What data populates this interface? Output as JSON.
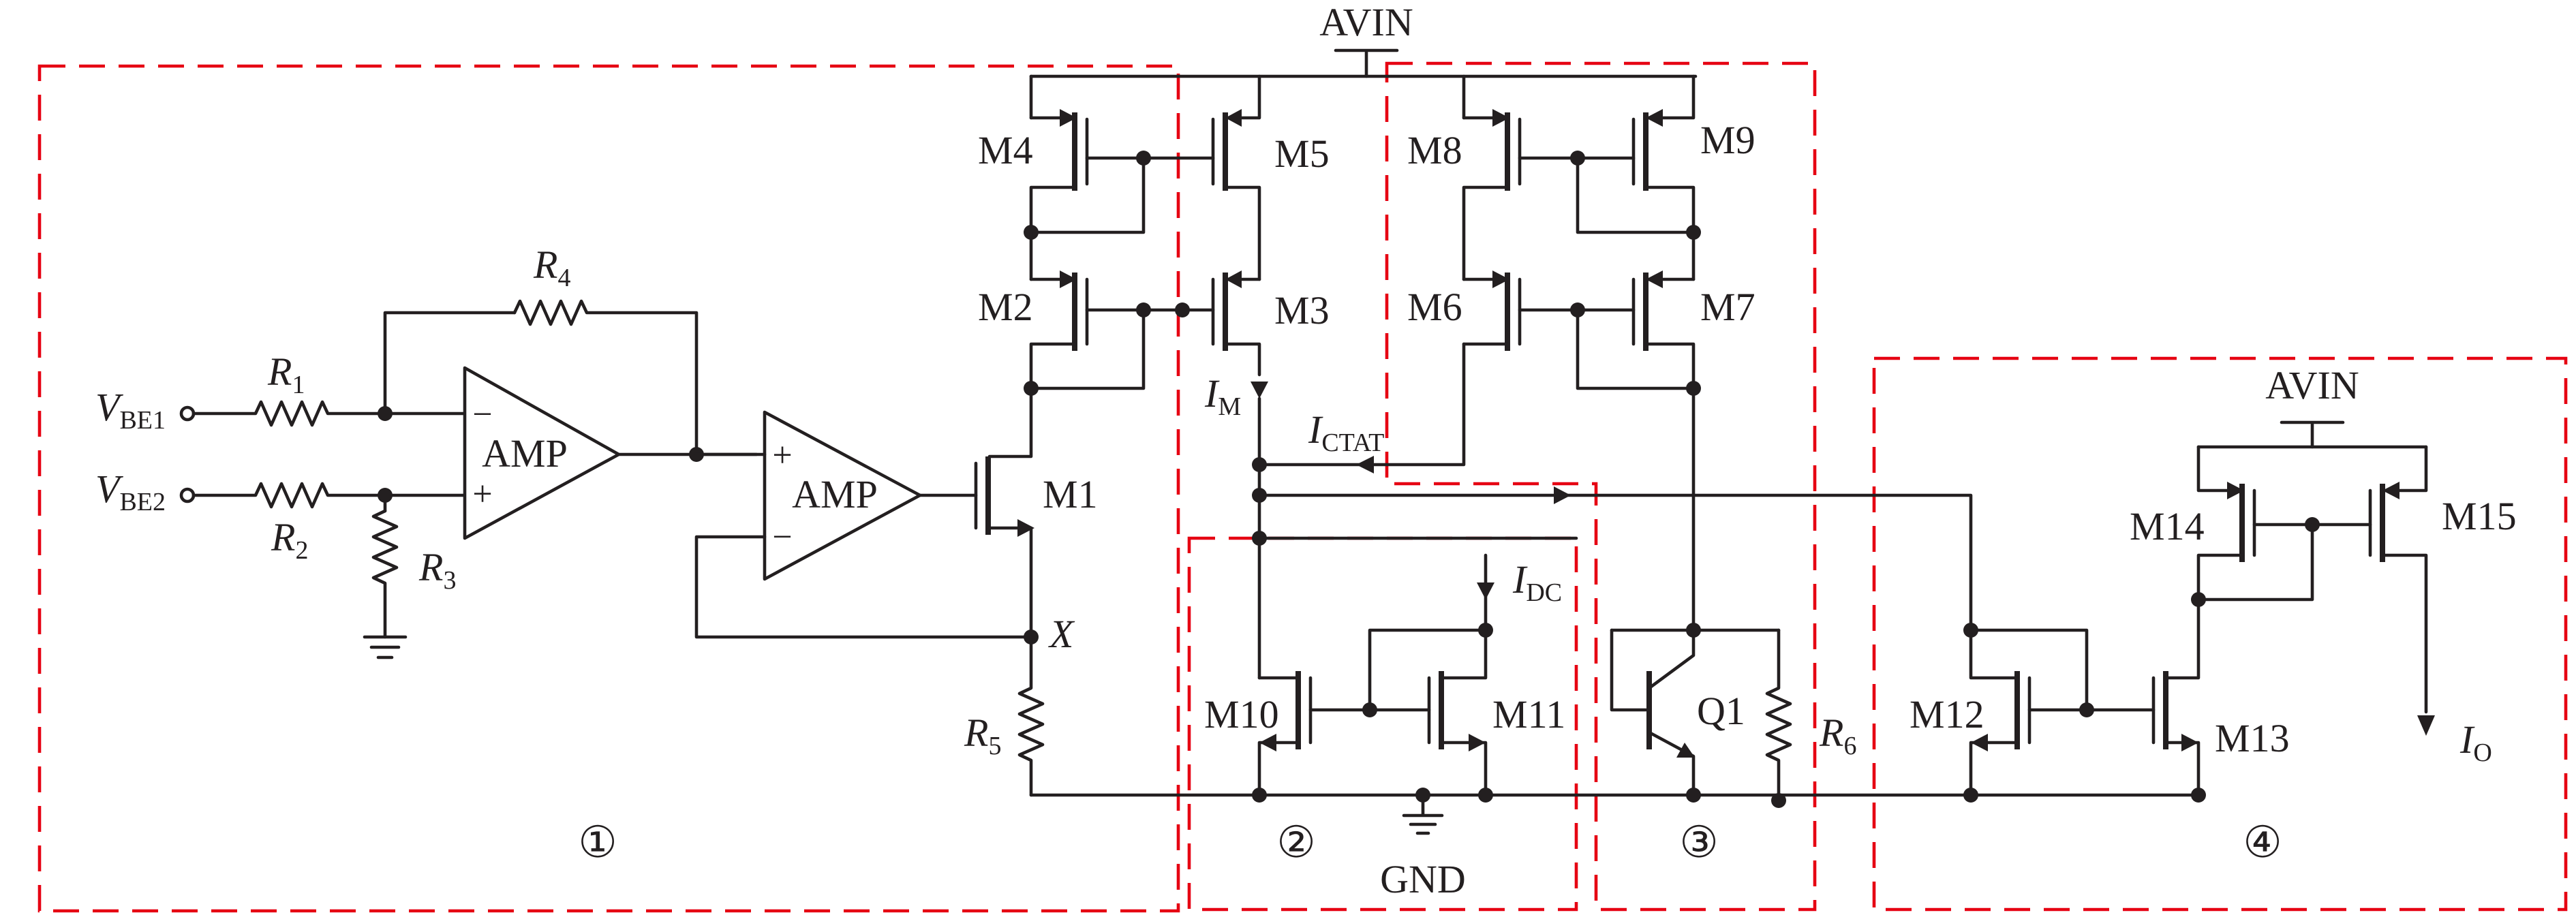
{
  "colors": {
    "wire": "#231f20",
    "region_box": "#e60012",
    "background": "#ffffff"
  },
  "supply": {
    "top": "AVIN",
    "right": "AVIN",
    "ground": "GND"
  },
  "inputs": {
    "vbe1": {
      "main": "V",
      "sub": "BE1"
    },
    "vbe2": {
      "main": "V",
      "sub": "BE2"
    }
  },
  "resistors": {
    "r1": {
      "main": "R",
      "sub": "1"
    },
    "r2": {
      "main": "R",
      "sub": "2"
    },
    "r3": {
      "main": "R",
      "sub": "3"
    },
    "r4": {
      "main": "R",
      "sub": "4"
    },
    "r5": {
      "main": "R",
      "sub": "5"
    },
    "r6": {
      "main": "R",
      "sub": "6"
    }
  },
  "amplifiers": {
    "amp1": {
      "label": "AMP",
      "minus": "−",
      "plus": "+"
    },
    "amp2": {
      "label": "AMP",
      "minus": "−",
      "plus": "+"
    }
  },
  "transistors": {
    "m1": "M1",
    "m2": "M2",
    "m3": "M3",
    "m4": "M4",
    "m5": "M5",
    "m6": "M6",
    "m7": "M7",
    "m8": "M8",
    "m9": "M9",
    "m10": "M10",
    "m11": "M11",
    "m12": "M12",
    "m13": "M13",
    "m14": "M14",
    "m15": "M15",
    "q1": "Q1"
  },
  "nodes": {
    "x": "X"
  },
  "currents": {
    "im": {
      "main": "I",
      "sub": "M"
    },
    "ictat": {
      "main": "I",
      "sub": "CTAT"
    },
    "idc": {
      "main": "I",
      "sub": "DC"
    },
    "io": {
      "main": "I",
      "sub": "O"
    }
  },
  "regions": {
    "r1": "①",
    "r2": "②",
    "r3": "③",
    "r4": "④"
  }
}
